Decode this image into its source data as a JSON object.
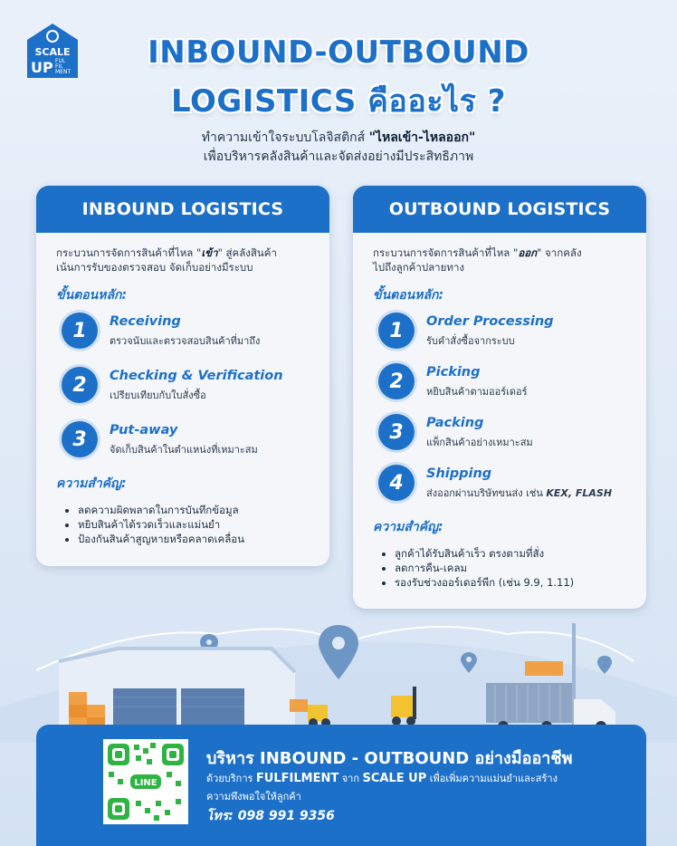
{
  "logo": {
    "line1": "SCALE",
    "line2": "UP",
    "line3": "FUL",
    "line4": "FIL",
    "line5": "MENT"
  },
  "title_line1": "INBOUND-OUTBOUND",
  "title_line2": "LOGISTICS คืออะไร ?",
  "subtitle": {
    "line1_prefix": "ทำความเข้าใจระบบโลจิสติกส์ ",
    "line1_bold": "\"ไหลเข้า-ไหลออก\"",
    "line2": "เพื่อบริหารคลังสินค้าและจัดส่งอย่างมีประสิทธิภาพ"
  },
  "inbound": {
    "header": "INBOUND LOGISTICS",
    "desc_prefix": "กระบวนการจัดการสินค้าที่ไหล \"",
    "desc_bold": "เข้า",
    "desc_suffix": "\" สู่คลังสินค้า",
    "desc_line2": "เน้นการรับของตรวจสอบ จัดเก็บอย่างมีระบบ",
    "steps_title": "ขั้นตอนหลัก:",
    "steps": [
      {
        "num": "1",
        "name": "Receiving",
        "desc": "ตรวจนับและตรวจสอบสินค้าที่มาถึง"
      },
      {
        "num": "2",
        "name": "Checking & Verification",
        "desc": "เปรียบเทียบกับใบสั่งซื้อ"
      },
      {
        "num": "3",
        "name": "Put-away",
        "desc": "จัดเก็บสินค้าในตำแหน่งที่เหมาะสม"
      }
    ],
    "importance_title": "ความสำคัญ:",
    "importance": [
      "ลดความผิดพลาดในการบันทึกข้อมูล",
      "หยิบสินค้าได้รวดเร็วและแม่นยำ",
      "ป้องกันสินค้าสูญหายหรือคลาดเคลื่อน"
    ]
  },
  "outbound": {
    "header": "OUTBOUND LOGISTICS",
    "desc_prefix": "กระบวนการจัดการสินค้าที่ไหล \"",
    "desc_bold": "ออก",
    "desc_suffix": "\" จากคลัง",
    "desc_line2": "ไปถึงลูกค้าปลายทาง",
    "steps_title": "ขั้นตอนหลัก:",
    "steps": [
      {
        "num": "1",
        "name": "Order Processing",
        "desc": "รับคำสั่งซื้อจากระบบ"
      },
      {
        "num": "2",
        "name": "Picking",
        "desc": "หยิบสินค้าตามออร์เดอร์"
      },
      {
        "num": "3",
        "name": "Packing",
        "desc": "แพ็กสินค้าอย่างเหมาะสม"
      },
      {
        "num": "4",
        "name": "Shipping",
        "desc_prefix": "ส่งออกผ่านบริษัทขนส่ง เช่น ",
        "desc_bold": "KEX, FLASH"
      }
    ],
    "importance_title": "ความสำคัญ:",
    "importance": [
      "ลูกค้าได้รับสินค้าเร็ว ตรงตามที่สั่ง",
      "ลดการคืน-เคลม",
      "รองรับช่วงออร์เดอร์พีก (เช่น 9.9, 1.11)"
    ]
  },
  "banner": {
    "qr_label": "LINE",
    "title": "บริหาร INBOUND - OUTBOUND อย่างมืออาชีพ",
    "line1_a": "ด้วยบริการ ",
    "line1_b": "FULFILMENT",
    "line1_c": " จาก ",
    "line1_d": "SCALE UP",
    "line1_e": " เพื่อเพิ่มความแม่นยำและสร้าง",
    "line2": "ความพึงพอใจให้ลูกค้า",
    "tel": "โทร: 098 991 9356"
  },
  "colors": {
    "primary": "#1d70c8",
    "card": "#f4f6f9",
    "accent": "#f3a23a",
    "line_green": "#2fb343"
  }
}
